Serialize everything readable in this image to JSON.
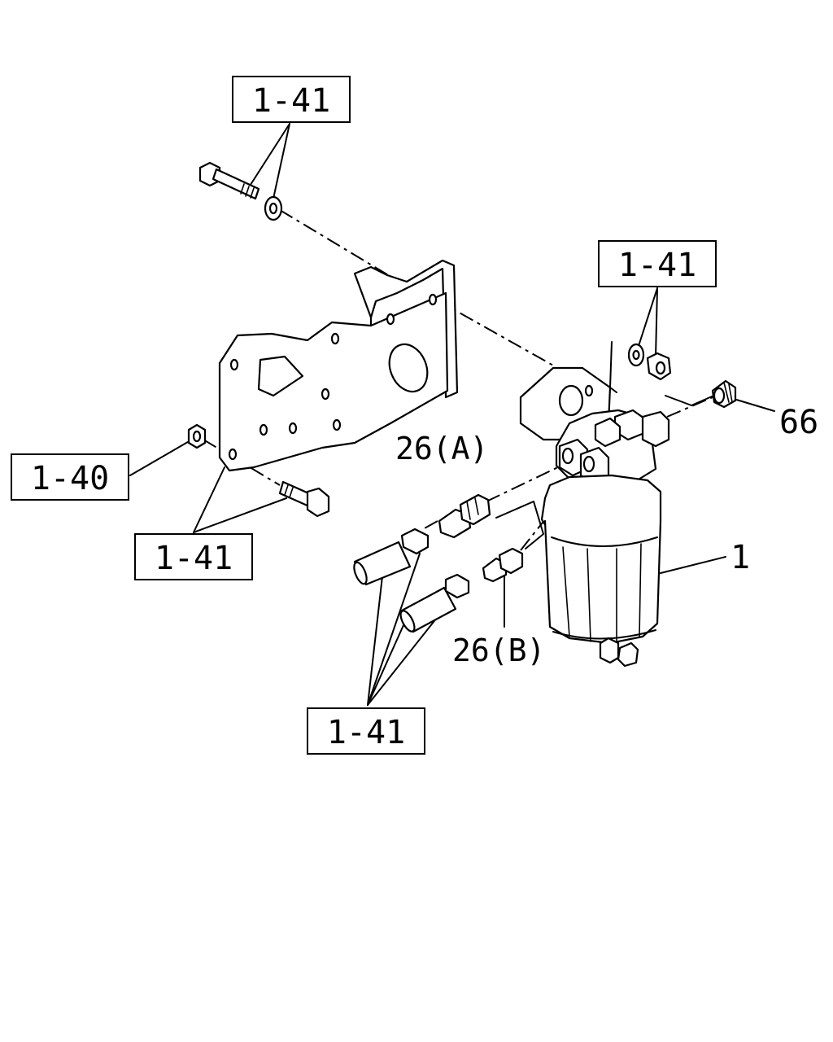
{
  "callouts": {
    "ref_top": "1-41",
    "ref_right": "1-41",
    "ref_left": "1-40",
    "ref_mid_left": "1-41",
    "ref_bottom": "1-41",
    "part_66": "66",
    "part_26a": "26(A)",
    "part_26b": "26(B)",
    "part_1": "1"
  }
}
